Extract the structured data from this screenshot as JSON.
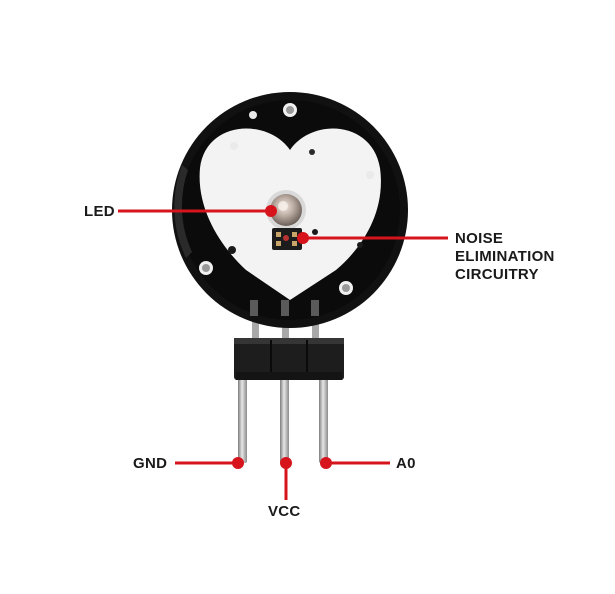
{
  "labels": {
    "led": "LED",
    "noise_lines": [
      "NOISE",
      "ELIMINATION",
      "CIRCUITRY"
    ],
    "gnd": "GND",
    "vcc": "VCC",
    "a0": "A0"
  },
  "colors": {
    "callout": "#d7141c",
    "board": "#0d0d0d",
    "heart": "#f4f4f4",
    "pins": "#b9b9b9",
    "header": "#1b1b1b",
    "background": "#ffffff"
  }
}
